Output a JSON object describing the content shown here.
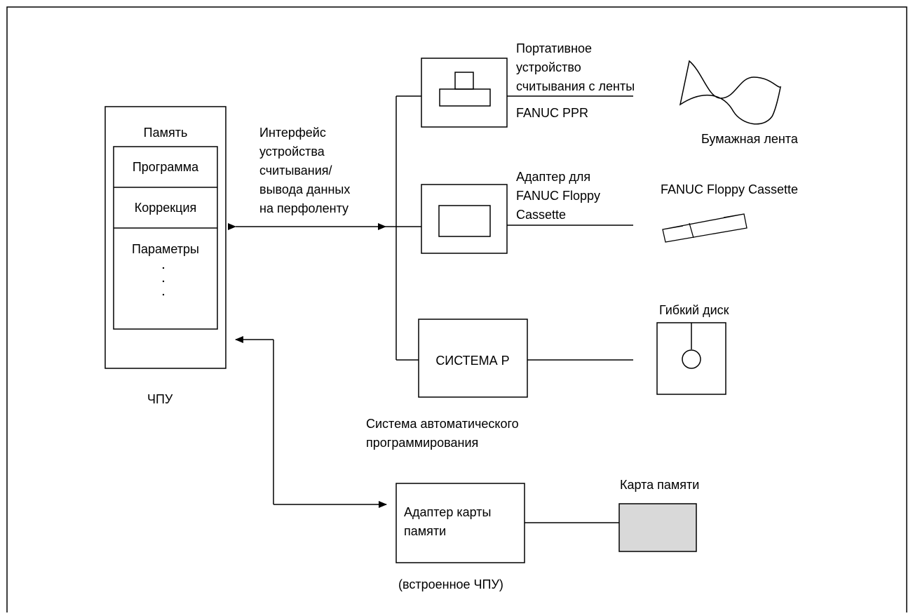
{
  "cnc": {
    "memory_title": "Память",
    "program_label": "Программа",
    "correction_label": "Коррекция",
    "parameters_label": "Параметры",
    "caption": "ЧПУ"
  },
  "interface_label": [
    "Интерфейс",
    "устройства",
    "считывания/",
    "вывода данных",
    "на перфоленту"
  ],
  "ppr": {
    "name_lines": [
      "Портативное",
      "устройство",
      "считывания с ленты"
    ],
    "model": "FANUC PPR",
    "media_label": "Бумажная лента"
  },
  "floppy_adapter": {
    "name_lines": [
      "Адаптер для",
      "FANUC Floppy",
      "Cassette"
    ],
    "media_label": "FANUC Floppy Cassette"
  },
  "system_p": {
    "box_label": "СИСТЕМА P",
    "caption_lines": [
      "Система автоматического",
      "программирования"
    ],
    "media_label": "Гибкий диск"
  },
  "memory_card": {
    "adapter_lines": [
      "Адаптер карты",
      "памяти"
    ],
    "adapter_caption": "(встроенное ЧПУ)",
    "card_label": "Карта памяти",
    "card_fill": "#d9d9d9"
  }
}
